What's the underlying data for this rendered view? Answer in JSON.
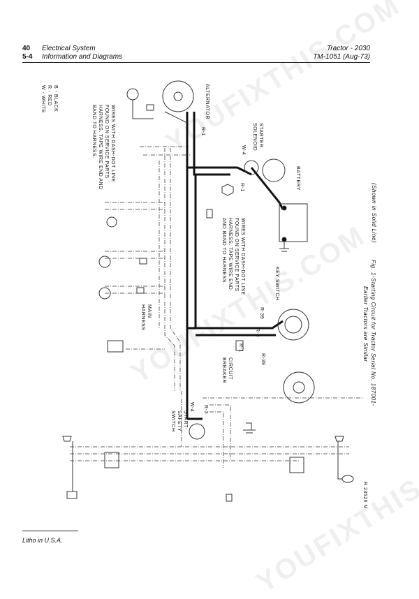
{
  "header": {
    "page_number": "40",
    "section_title": "Electrical System",
    "subsection_number": "5-4",
    "subsection_title": "Information and Diagrams",
    "manual_title": "Tractor - 2030",
    "manual_code": "TM-1051 (Aug-73)"
  },
  "legend": {
    "black": "B - BLACK",
    "red": "R - RED",
    "white": "W - WHITE"
  },
  "labels": {
    "alternator": "ALTERNATOR",
    "starter_solenoid": "STARTER SOLENOID",
    "battery": "BATTERY",
    "key_switch": "KEY SWITCH",
    "circuit_breaker": "CIRCUIT BREAKER",
    "start_safety_switch": "START-SAFETY SWITCH",
    "main_harness": "MAIN HARNESS",
    "note_upper": "WIRES WITH DASH-DOT LINE FOUND ON SERVICE PARTS HARNESS. TAPE WIRE END AND BAND TO HARNESS.",
    "note_middle": "WIRES WITH DASH-DOT LINE FOUND ON SERVICE PARTS HARNESS. TAPE WIRE END AND BAND TO HARNESS."
  },
  "wire_codes": {
    "r1_top": "R-1",
    "w4": "W-4",
    "r1_mid": "R-1",
    "r39_a": "R-39",
    "r3": "R-3",
    "r1_low": "R-1",
    "r39_b": "R-39",
    "w4_low": "W-4",
    "r3_low": "R-3"
  },
  "caption": {
    "line1": "Fig. 1-Starting Circuit for Tractor Serial No. 187001-",
    "line2": "Earlier Tractors are Similar",
    "note": "(Shown in Solid Line)"
  },
  "figure_ref": "R 23526 N",
  "footer": "Litho in U.S.A.",
  "watermark": "YOUFIXTHIS.COM"
}
